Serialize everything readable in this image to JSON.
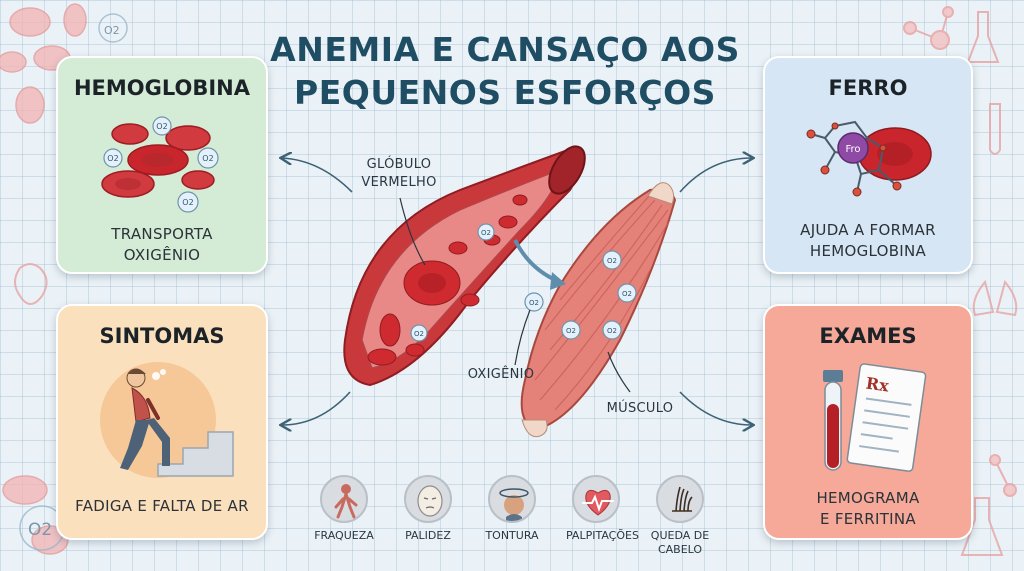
{
  "title": "ANEMIA E CANSAÇO AOS PEQUENOS ESFORÇOS",
  "cards": {
    "hemoglobina": {
      "heading": "HEMOGLOBINA",
      "caption_line1": "TRANSPORTA",
      "caption_line2": "OXIGÊNIO"
    },
    "sintomas": {
      "heading": "SINTOMAS",
      "caption": "FADIGA E FALTA DE AR"
    },
    "ferro": {
      "heading": "FERRO",
      "caption_line1": "AJUDA A FORMAR",
      "caption_line2": "HEMOGLOBINA",
      "molecule_label": "Fro"
    },
    "exames": {
      "heading": "EXAMES",
      "caption_line1": "HEMOGRAMA",
      "caption_line2": "E FERRITINA",
      "rx_label": "Rx"
    }
  },
  "center": {
    "globulo_line1": "GLÓBULO",
    "globulo_line2": "VERMELHO",
    "oxigenio": "OXIGÊNIO",
    "musculo": "MÚSCULO",
    "o2": "O2"
  },
  "symptoms": [
    {
      "label": "FRAQUEZA",
      "icon": "weak-person-icon"
    },
    {
      "label": "PALIDEZ",
      "icon": "pale-face-icon"
    },
    {
      "label": "TONTURA",
      "icon": "dizzy-head-icon"
    },
    {
      "label": "PALPITAÇÕES",
      "icon": "heartbeat-icon"
    },
    {
      "label_line1": "QUEDA DE",
      "label_line2": "CABELO",
      "icon": "hair-loss-icon"
    }
  ],
  "colors": {
    "accent_title": "#1f4d63",
    "blood": "#c8262c",
    "hemo_card": "#d4ecd6",
    "sint_card": "#fbe0bd",
    "ferro_card": "#d6e6f5",
    "exam_card": "#f6a999"
  }
}
